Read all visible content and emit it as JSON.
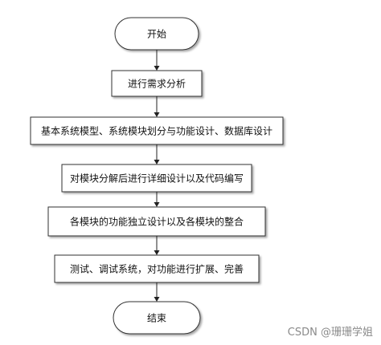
{
  "diagram": {
    "nodes": [
      {
        "id": "start",
        "label": "开始"
      },
      {
        "id": "step1",
        "label": "进行需求分析"
      },
      {
        "id": "step2",
        "label": "基本系统模型、系统模块划分与功能设计、数据库设计"
      },
      {
        "id": "step3",
        "label": "对模块分解后进行详细设计以及代码编写"
      },
      {
        "id": "step4",
        "label": "各模块的功能独立设计以及各模块的整合"
      },
      {
        "id": "step5",
        "label": "测试、调试系统，对功能进行扩展、完善"
      },
      {
        "id": "end",
        "label": "结束"
      }
    ],
    "edges": [
      {
        "from": "start",
        "to": "step1"
      },
      {
        "from": "step1",
        "to": "step2"
      },
      {
        "from": "step2",
        "to": "step3"
      },
      {
        "from": "step3",
        "to": "step4"
      },
      {
        "from": "step4",
        "to": "step5"
      },
      {
        "from": "step5",
        "to": "end"
      }
    ]
  },
  "watermark": "CSDN @珊珊学姐"
}
